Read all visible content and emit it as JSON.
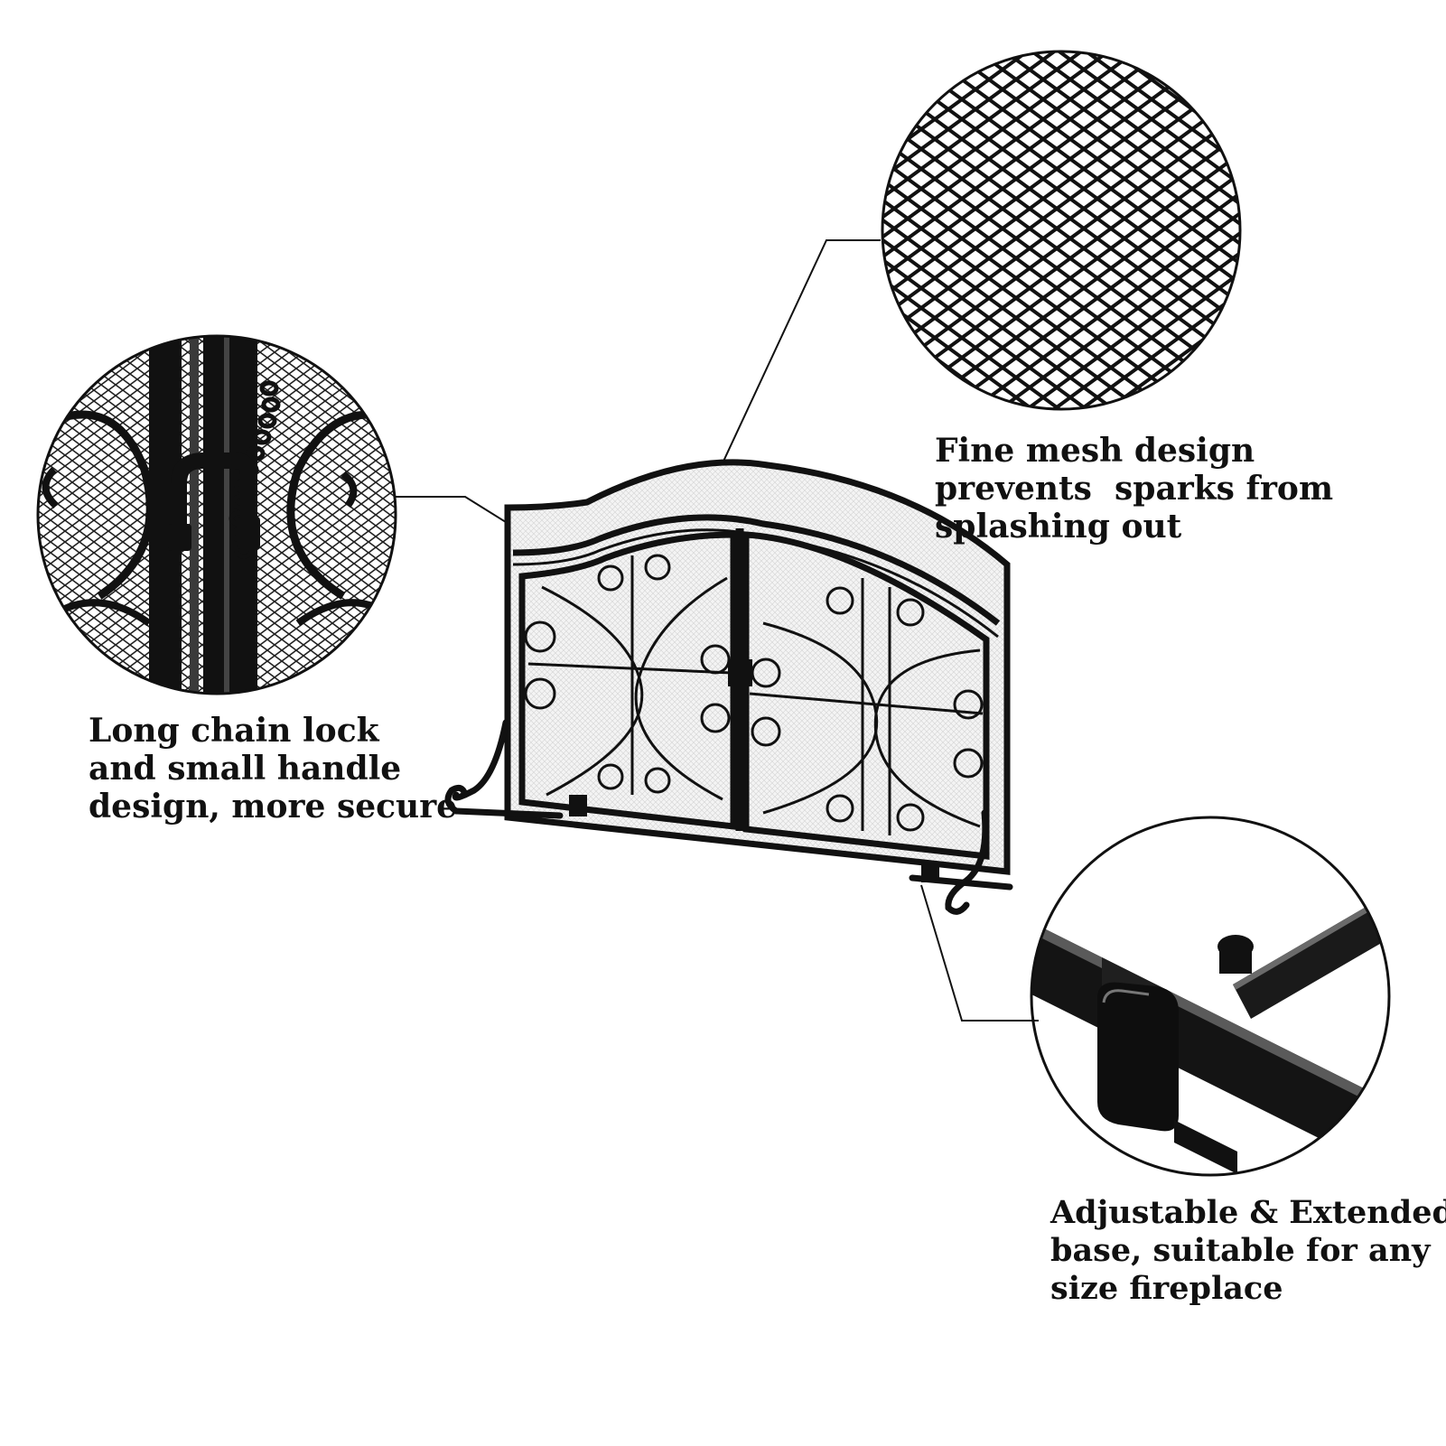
{
  "colors": {
    "background": "#ffffff",
    "ink": "#111111",
    "mesh_fill": "#f3f3f3"
  },
  "callouts": {
    "mesh": {
      "lines": [
        "Fine mesh design",
        "prevents  sparks from",
        "splashing out"
      ],
      "icon": "mesh-closeup"
    },
    "lock": {
      "lines": [
        "Long chain lock",
        "and small handle",
        "design, more secure"
      ],
      "icon": "chain-lock-closeup"
    },
    "base": {
      "lines": [
        "Adjustable & Extended",
        "base, suitable for any",
        "size fireplace"
      ],
      "icon": "base-foot-closeup"
    }
  },
  "product": {
    "icon": "fireplace-screen-double-door"
  }
}
